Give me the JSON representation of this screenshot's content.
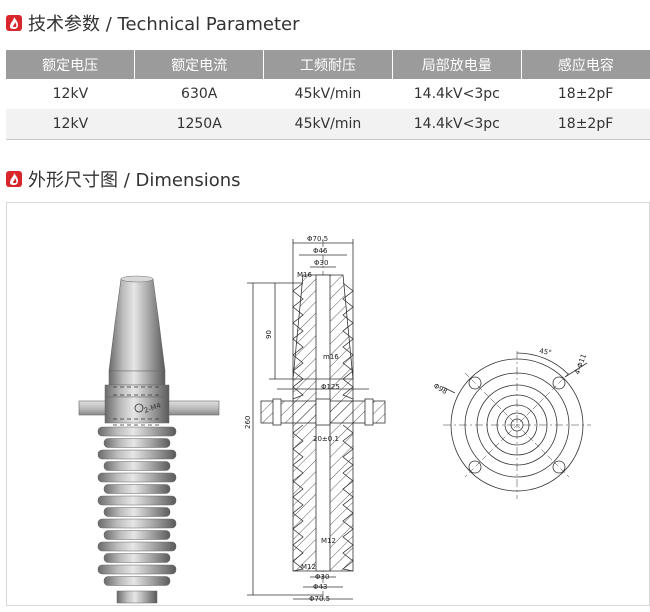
{
  "section1": {
    "title": "技术参数 / Technical Parameter",
    "icon": "flame-logo-icon"
  },
  "table": {
    "headers": [
      "额定电压",
      "额定电流",
      "工频耐压",
      "局部放电量",
      "感应电容"
    ],
    "rows": [
      [
        "12kV",
        "630A",
        "45kV/min",
        "14.4kV<3pc",
        "18±2pF"
      ],
      [
        "12kV",
        "1250A",
        "45kV/min",
        "14.4kV<3pc",
        "18±2pF"
      ]
    ]
  },
  "section2": {
    "title": "外形尺寸图 / Dimensions",
    "icon": "flame-logo-icon"
  },
  "drawing": {
    "photo_label": "2-M4",
    "labels": {
      "phi70_top": "Φ70.5",
      "phi46": "Φ46",
      "phi30_top": "Φ30",
      "m16_top": "M16",
      "dim90": "90",
      "m16_mid": "m16",
      "phi125": "Φ125",
      "dim260": "260",
      "dim20": "20±0.1",
      "m12_inner": "M12",
      "m12_bot": "M12",
      "phi30_bot": "Φ30",
      "phi43": "Φ43",
      "phi70_bot": "Φ70.5",
      "phi98": "Φ98",
      "angle45": "45°",
      "holes": "4-Φ11"
    }
  },
  "colors": {
    "accent": "#d9262c",
    "header_bg": "#9b9b9b",
    "row_alt": "#f2f2f2"
  }
}
